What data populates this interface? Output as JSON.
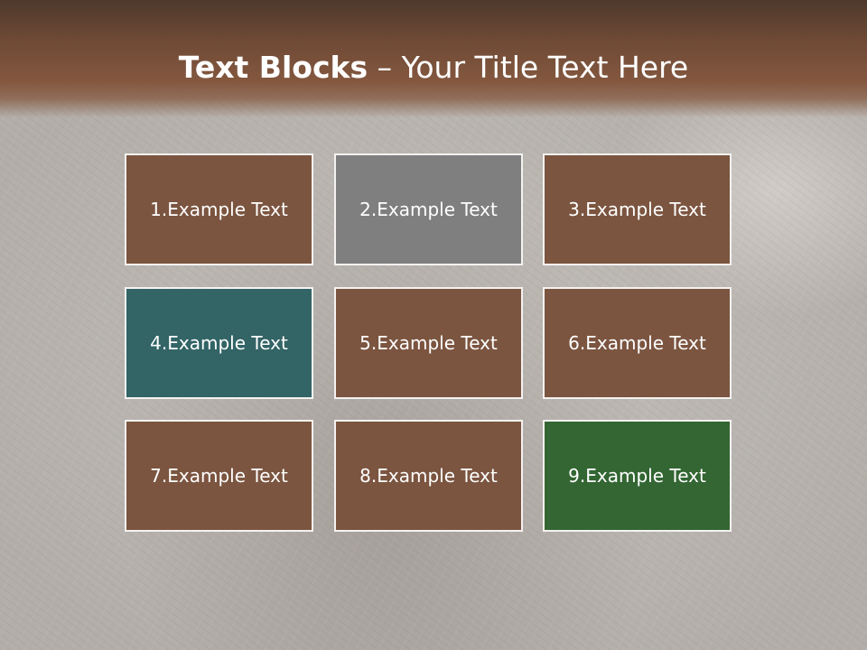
{
  "slide": {
    "title_bold": "Text Blocks",
    "title_separator": " – ",
    "title_rest": "Your Title Text Here"
  },
  "blocks": [
    {
      "label": "1.Example Text",
      "color": "#7b5540"
    },
    {
      "label": "2.Example Text",
      "color": "#7f7f7f"
    },
    {
      "label": "3.Example Text",
      "color": "#7b5540"
    },
    {
      "label": "4.Example Text",
      "color": "#336466"
    },
    {
      "label": "5.Example Text",
      "color": "#7b5540"
    },
    {
      "label": "6.Example Text",
      "color": "#7b5540"
    },
    {
      "label": "7.Example Text",
      "color": "#7b5540"
    },
    {
      "label": "8.Example Text",
      "color": "#7b5540"
    },
    {
      "label": "9.Example Text",
      "color": "#336633"
    }
  ]
}
